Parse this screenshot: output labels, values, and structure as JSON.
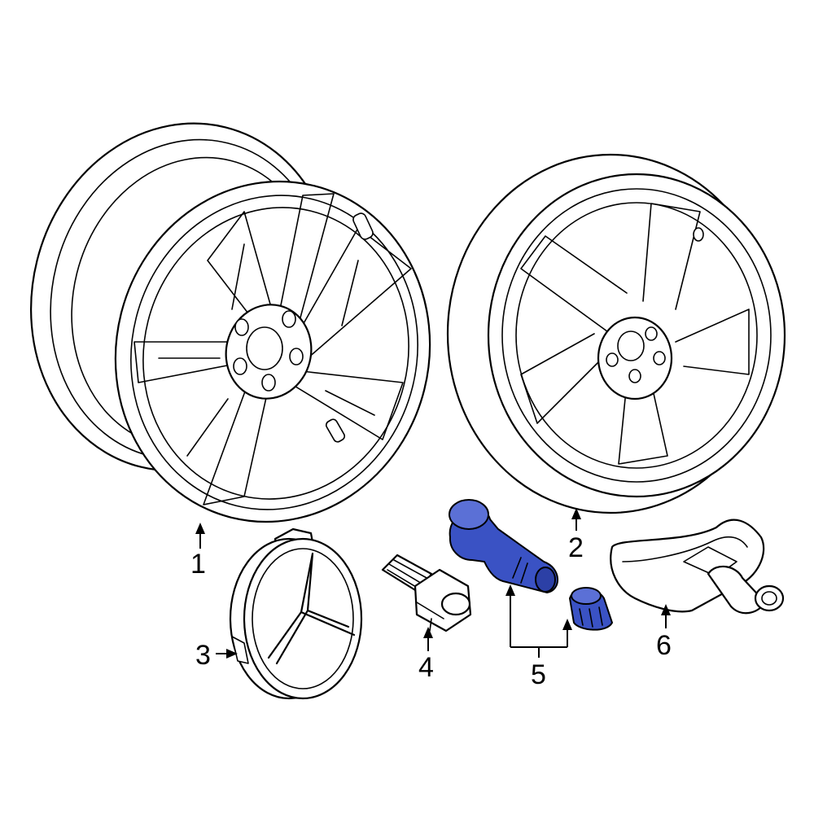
{
  "callouts": {
    "wheel": "1",
    "tire_assembly": "2",
    "center_cap": "3",
    "lug_bolt": "4",
    "valve_stem": "5",
    "tpms_sensor": "6"
  },
  "colors": {
    "line": "#000000",
    "highlight": "#3a52c4",
    "background": "#ffffff"
  },
  "highlighted_part": "5"
}
